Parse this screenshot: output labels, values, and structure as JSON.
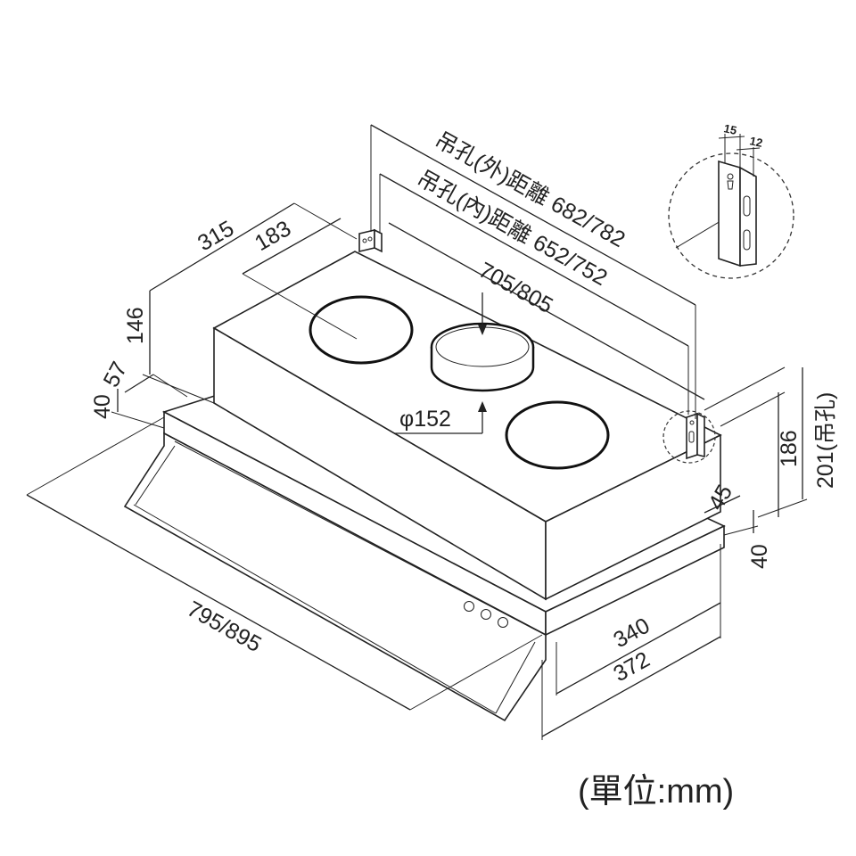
{
  "labels": {
    "outer_hole_distance": "吊孔(外)距離 682/782",
    "inner_hole_distance": "吊孔(內)距離 652/752",
    "top_depth_outer": "315",
    "top_depth_inner": "183",
    "top_length": "705/805",
    "height_146": "146",
    "offset_57": "57",
    "front_40": "40",
    "duct_diameter": "φ152",
    "height_186": "186",
    "height_201": "201(吊孔)",
    "side_45": "45",
    "side_40": "40",
    "depth_340": "340",
    "depth_372": "372",
    "total_length": "795/895",
    "bracket_15": "15",
    "bracket_12": "12",
    "unit": "(單位:mm)"
  },
  "colors": {
    "line": "#222222",
    "background": "#ffffff"
  }
}
